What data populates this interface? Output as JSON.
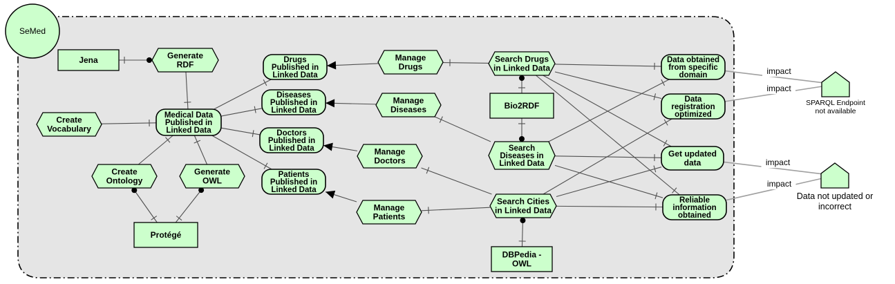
{
  "boundary": {
    "label": "SeMed"
  },
  "nodes": [
    {
      "id": "jena",
      "shape": "rect",
      "lines": [
        "Jena"
      ]
    },
    {
      "id": "generate_rdf",
      "shape": "hex",
      "lines": [
        "Generate",
        "RDF"
      ]
    },
    {
      "id": "drugs_pub",
      "shape": "round",
      "lines": [
        "Drugs",
        "Published in",
        "Linked Data"
      ]
    },
    {
      "id": "manage_drugs",
      "shape": "hex",
      "lines": [
        "Manage",
        "Drugs"
      ]
    },
    {
      "id": "search_drugs",
      "shape": "hex",
      "lines": [
        "Search Drugs",
        "in Linked Data"
      ]
    },
    {
      "id": "bio2rdf",
      "shape": "rect",
      "lines": [
        "Bio2RDF"
      ]
    },
    {
      "id": "diseases_pub",
      "shape": "round",
      "lines": [
        "Diseases",
        "Published in",
        "Linked Data"
      ]
    },
    {
      "id": "manage_diseases",
      "shape": "hex",
      "lines": [
        "Manage",
        "Diseases"
      ]
    },
    {
      "id": "medical_data",
      "shape": "round",
      "lines": [
        "Medical Data",
        "Published in",
        "Linked Data"
      ]
    },
    {
      "id": "create_vocab",
      "shape": "hex",
      "lines": [
        "Create",
        "Vocabulary"
      ]
    },
    {
      "id": "doctors_pub",
      "shape": "round",
      "lines": [
        "Doctors",
        "Published in",
        "Linked Data"
      ]
    },
    {
      "id": "manage_doctors",
      "shape": "hex",
      "lines": [
        "Manage",
        "Doctors"
      ]
    },
    {
      "id": "search_diseases",
      "shape": "hex",
      "lines": [
        "Search",
        "Diseases in",
        "Linked Data"
      ]
    },
    {
      "id": "create_ontology",
      "shape": "hex",
      "lines": [
        "Create",
        "Ontology"
      ]
    },
    {
      "id": "generate_owl",
      "shape": "hex",
      "lines": [
        "Generate",
        "OWL"
      ]
    },
    {
      "id": "patients_pub",
      "shape": "round",
      "lines": [
        "Patients",
        "Published in",
        "Linked Data"
      ]
    },
    {
      "id": "manage_patients",
      "shape": "hex",
      "lines": [
        "Manage",
        "Patients"
      ]
    },
    {
      "id": "search_cities",
      "shape": "hex",
      "lines": [
        "Search Cities",
        "in Linked Data"
      ]
    },
    {
      "id": "protege",
      "shape": "rect",
      "lines": [
        "Protégé"
      ]
    },
    {
      "id": "dbpedia",
      "shape": "rect",
      "lines": [
        "DBPedia -",
        "OWL"
      ]
    },
    {
      "id": "data_specific",
      "shape": "round",
      "lines": [
        "Data obtained",
        "from specific",
        "domain"
      ]
    },
    {
      "id": "data_registration",
      "shape": "round",
      "lines": [
        "Data",
        "registration",
        "optimized"
      ]
    },
    {
      "id": "get_updated",
      "shape": "round",
      "lines": [
        "Get updated",
        "data"
      ]
    },
    {
      "id": "reliable_info",
      "shape": "round",
      "lines": [
        "Reliable",
        "information",
        "obtained"
      ]
    }
  ],
  "obstacles": [
    {
      "id": "sparql",
      "lines": [
        "SPARQL Endpoint",
        "not available"
      ]
    },
    {
      "id": "data_not_updated",
      "lines": [
        "Data not updated or",
        "incorrect"
      ]
    }
  ],
  "impact_label": "impact",
  "links": [
    {
      "from": "generate_rdf",
      "to": "jena",
      "type": "dep"
    },
    {
      "from": "generate_rdf",
      "to": "medical_data",
      "type": "and"
    },
    {
      "from": "medical_data",
      "to": "drugs_pub",
      "type": "and"
    },
    {
      "from": "medical_data",
      "to": "diseases_pub",
      "type": "and"
    },
    {
      "from": "medical_data",
      "to": "doctors_pub",
      "type": "and"
    },
    {
      "from": "medical_data",
      "to": "patients_pub",
      "type": "and"
    },
    {
      "from": "create_vocab",
      "to": "medical_data",
      "type": "and"
    },
    {
      "from": "create_ontology",
      "to": "medical_data",
      "type": "and"
    },
    {
      "from": "generate_owl",
      "to": "medical_data",
      "type": "and"
    },
    {
      "from": "create_ontology",
      "to": "protege",
      "type": "dep"
    },
    {
      "from": "generate_owl",
      "to": "protege",
      "type": "dep"
    },
    {
      "from": "manage_drugs",
      "to": "drugs_pub",
      "type": "arrow"
    },
    {
      "from": "manage_diseases",
      "to": "diseases_pub",
      "type": "arrow"
    },
    {
      "from": "manage_doctors",
      "to": "doctors_pub",
      "type": "arrow"
    },
    {
      "from": "manage_patients",
      "to": "patients_pub",
      "type": "arrow"
    },
    {
      "from": "search_drugs",
      "to": "manage_drugs",
      "type": "and"
    },
    {
      "from": "search_diseases",
      "to": "manage_diseases",
      "type": "and"
    },
    {
      "from": "search_cities",
      "to": "manage_doctors",
      "type": "and"
    },
    {
      "from": "search_cities",
      "to": "manage_patients",
      "type": "and"
    },
    {
      "from": "search_drugs",
      "to": "bio2rdf",
      "type": "dep"
    },
    {
      "from": "search_diseases",
      "to": "bio2rdf",
      "type": "dep"
    },
    {
      "from": "search_cities",
      "to": "dbpedia",
      "type": "dep"
    },
    {
      "from": "search_drugs",
      "to": "data_specific",
      "type": "and"
    },
    {
      "from": "search_drugs",
      "to": "data_registration",
      "type": "and"
    },
    {
      "from": "search_drugs",
      "to": "get_updated",
      "type": "and"
    },
    {
      "from": "search_drugs",
      "to": "reliable_info",
      "type": "and"
    },
    {
      "from": "search_diseases",
      "to": "data_specific",
      "type": "and"
    },
    {
      "from": "search_diseases",
      "to": "get_updated",
      "type": "and"
    },
    {
      "from": "search_diseases",
      "to": "reliable_info",
      "type": "and"
    },
    {
      "from": "search_cities",
      "to": "data_registration",
      "type": "and"
    },
    {
      "from": "search_cities",
      "to": "get_updated",
      "type": "and"
    },
    {
      "from": "search_cities",
      "to": "reliable_info",
      "type": "and"
    },
    {
      "from": "sparql",
      "to": "data_specific",
      "type": "impact"
    },
    {
      "from": "sparql",
      "to": "data_registration",
      "type": "impact"
    },
    {
      "from": "data_not_updated",
      "to": "get_updated",
      "type": "impact"
    },
    {
      "from": "data_not_updated",
      "to": "reliable_info",
      "type": "impact"
    }
  ],
  "colors": {
    "node_fill": "#ccffcc",
    "boundary_fill": "#e5e5e5",
    "line": "#505050",
    "impact_line": "#a0a0a0"
  }
}
